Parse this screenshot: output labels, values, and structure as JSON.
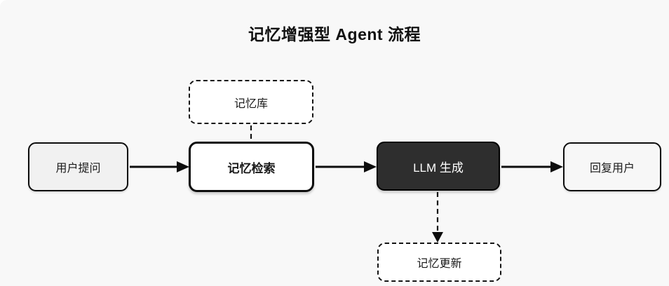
{
  "diagram": {
    "title": "记忆增强型 Agent 流程",
    "nodes": [
      {
        "id": "memory-store",
        "label": "记忆库",
        "style": "dashed"
      },
      {
        "id": "user-question",
        "label": "用户提问",
        "style": "solid-light"
      },
      {
        "id": "memory-retrieval",
        "label": "记忆检索",
        "style": "solid-emphasis-bold"
      },
      {
        "id": "llm-generation",
        "label": "LLM 生成",
        "style": "solid-dark"
      },
      {
        "id": "reply-user",
        "label": "回复用户",
        "style": "solid-light"
      },
      {
        "id": "memory-update",
        "label": "记忆更新",
        "style": "dashed"
      }
    ],
    "edges": [
      {
        "from": "用户提问",
        "to": "记忆检索",
        "style": "solid-arrow"
      },
      {
        "from": "记忆检索",
        "to": "LLM 生成",
        "style": "solid-arrow"
      },
      {
        "from": "LLM 生成",
        "to": "回复用户",
        "style": "solid-arrow"
      },
      {
        "from": "记忆库",
        "to": "记忆检索",
        "style": "dashed-line"
      },
      {
        "from": "LLM 生成",
        "to": "记忆更新",
        "style": "dashed-arrow"
      }
    ],
    "colors": {
      "background": "#f8f8f8",
      "node_light_fill": "#f1f1f1",
      "node_white_fill": "#ffffff",
      "node_dark_fill": "#2e2e2e",
      "node_dark_text": "#ffffff",
      "stroke": "#111111"
    }
  }
}
